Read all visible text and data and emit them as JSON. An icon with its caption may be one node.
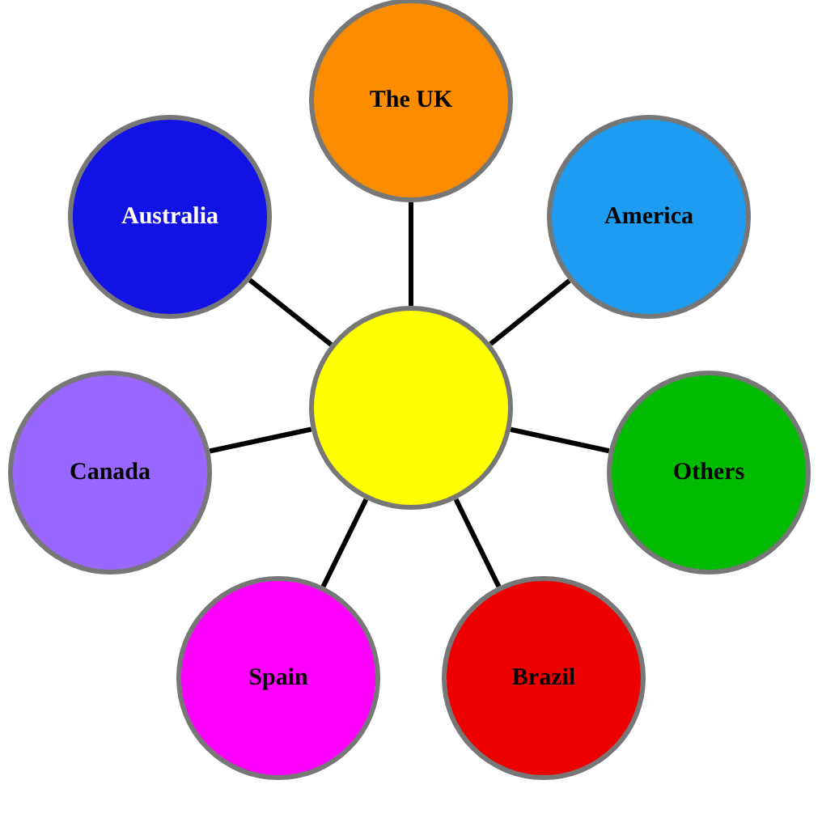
{
  "diagram": {
    "nodes": [
      {
        "text": [
          "The UK"
        ]
      },
      {
        "text": [
          "Australia"
        ]
      },
      {
        "text": [
          "America"
        ]
      },
      {
        "text": [],
        "shape": "circle"
      },
      {
        "text": [
          "Canada"
        ]
      },
      {
        "text": [
          "Others"
        ]
      },
      {
        "text": [
          "Spain"
        ]
      },
      {
        "text": [
          "Brazil"
        ]
      }
    ],
    "edges": [
      {
        "from": 3,
        "to": 0,
        "arrow": "none"
      },
      {
        "from": 3,
        "to": 1,
        "arrow": "none"
      },
      {
        "from": 3,
        "to": 2,
        "arrow": "none"
      },
      {
        "from": 3,
        "to": 4,
        "arrow": "none"
      },
      {
        "from": 3,
        "to": 5,
        "arrow": "none"
      },
      {
        "from": 3,
        "to": 6,
        "arrow": "none"
      },
      {
        "from": 3,
        "to": 7,
        "arrow": "none"
      }
    ]
  }
}
